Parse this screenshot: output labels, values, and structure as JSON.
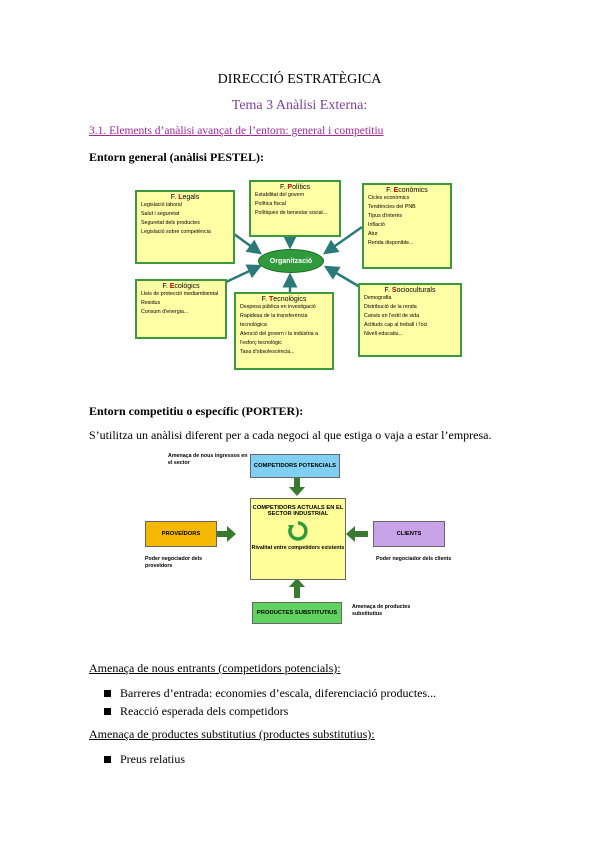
{
  "doc": {
    "title": "DIRECCIÓ ESTRATÈGICA",
    "subtitle": "Tema 3 Anàlisi Externa:",
    "section_link": "3.1. Elements d’anàlisi avançat de l’entorn: general i competitiu",
    "heading_pestel": "Entorn general (anàlisi PESTEL):",
    "heading_porter": "Entorn competitiu o específic (PORTER):",
    "porter_intro": "S’utilitza un anàlisi diferent per a cada negoci al que estiga o vaja a estar l’empresa.",
    "new_entrants_heading": "Amenaça de nous entrants (competidors potencials):",
    "new_entrants_bullets": [
      "Barreres d’entrada: economies d’escala, diferenciació productes...",
      "Reacció esperada dels competidors"
    ],
    "substitutes_heading": "Amenaça de productes substitutius (productes substitutius):",
    "substitutes_bullets": [
      "Preus relatius"
    ]
  },
  "pestel": {
    "center": "Organització",
    "legals": {
      "prefix": "F. ",
      "letter": "L",
      "rest": "egals",
      "items": [
        "Legislació laboral",
        "Salut i seguretat",
        "Seguretat dels productes",
        "Legislació sobre competència"
      ]
    },
    "politics": {
      "prefix": "F. ",
      "letter": "P",
      "rest": "olítics",
      "items": [
        "Estabilitat del govern",
        "Política fiscal",
        "Polítiques de benestar social..."
      ]
    },
    "economics": {
      "prefix": "F. ",
      "letter": "E",
      "rest": "conòmics",
      "items": [
        "Cicles econòmics",
        "Tendències del PNB",
        "Tipus d'interès",
        "Inflació",
        "Atur",
        "Renda disponible..."
      ]
    },
    "ecologics": {
      "prefix": "F. ",
      "letter": "E",
      "rest": "cològics",
      "items": [
        "Lleis de protecció mediambiental",
        "Residus",
        "Consum d'energia..."
      ]
    },
    "tecnologics": {
      "prefix": "F. ",
      "letter": "T",
      "rest": "ecnològics",
      "items": [
        "Despesa pública en investigació",
        "Rapidesa de la transferència tecnològica",
        "Atenció del govern i la indústria a l'esforç tecnològic",
        "Taxa d'obsolescència..."
      ]
    },
    "socioculturals": {
      "prefix": "F. ",
      "letter": "S",
      "rest": "ocioculturals",
      "items": [
        "Demografia",
        "Distribució de la renda",
        "Canvis en l'estil de vida",
        "Actituds cap al treball i l'oci",
        "Nivell educatiu..."
      ]
    }
  },
  "porter": {
    "potential": "COMPETIDORS POTENCIALS",
    "potential_note": "Amenaça de nous ingressos en el sector",
    "center_title": "COMPETIDORS ACTUALS EN EL SECTOR INDUSTRIAL",
    "center_sub": "Rivalitat entre competidors existents",
    "suppliers": "PROVEÏDORS",
    "suppliers_note": "Poder negociador dels proveïdors",
    "clients": "CLIENTS",
    "clients_note": "Poder negociador dels clients",
    "substitutes": "PRODUCTES SUBSTITUTIUS",
    "substitutes_note": "Amenaça de productes substitutius",
    "colors": {
      "potential": "#7fd0f4",
      "suppliers": "#f5b800",
      "clients": "#c9a3e8",
      "substitutes": "#5fd25f",
      "center": "#ffff99",
      "arrows": "#3a7a30"
    }
  }
}
